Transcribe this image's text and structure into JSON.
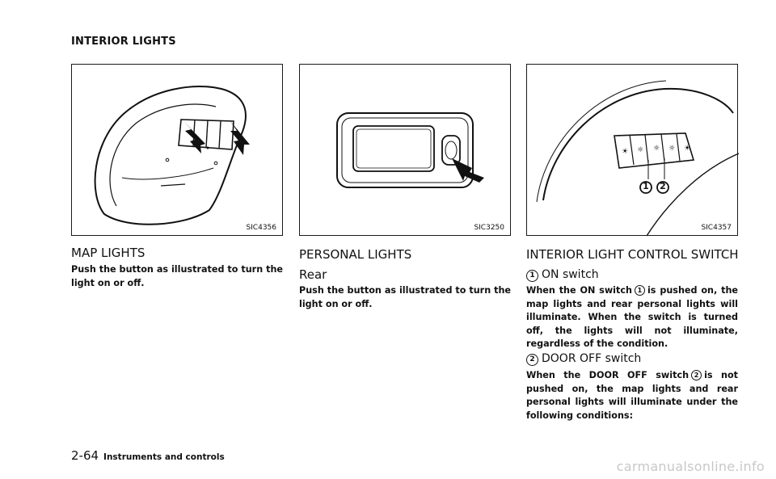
{
  "header": {
    "title": "INTERIOR LIGHTS"
  },
  "figures": [
    {
      "code": "SIC4356"
    },
    {
      "code": "SIC3250"
    },
    {
      "code": "SIC4357",
      "callouts": [
        "1",
        "2"
      ]
    }
  ],
  "col1": {
    "heading": "MAP LIGHTS",
    "body": "Push the button as illustrated to turn the light on or off."
  },
  "col2": {
    "heading": "PERSONAL LIGHTS",
    "subheading": "Rear",
    "body": "Push the button as illustrated to turn the light on or off."
  },
  "col3": {
    "heading": "INTERIOR LIGHT CONTROL SWITCH",
    "sub1": {
      "num": "1",
      "label": "ON switch"
    },
    "para1": {
      "pre": "When the ON switch",
      "num": "1",
      "post": "is pushed on, the map lights and rear personal lights will illuminate. When the switch is turned off, the lights will not illuminate, regardless of the condition."
    },
    "sub2": {
      "num": "2",
      "label": "DOOR OFF switch"
    },
    "para2": {
      "pre": "When the DOOR OFF switch",
      "num": "2",
      "post": "is not pushed on, the map lights and rear personal lights will illuminate under the following conditions:"
    }
  },
  "footer": {
    "page": "2-64",
    "section": "Instruments and controls"
  },
  "watermark": "carmanualsonline.info"
}
